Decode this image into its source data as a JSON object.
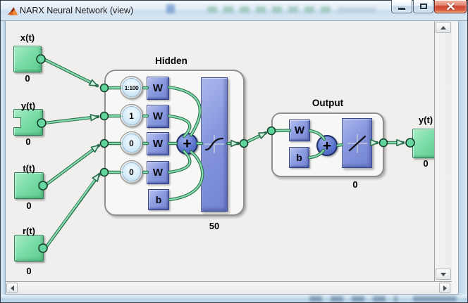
{
  "window": {
    "title": "NARX Neural Network (view)"
  },
  "network": {
    "inputs": [
      {
        "label": "x(t)",
        "size": "0"
      },
      {
        "label": "y(t)",
        "size": "0"
      },
      {
        "label": "t(t)",
        "size": "0"
      },
      {
        "label": "r(t)",
        "size": "0"
      }
    ],
    "hidden": {
      "title": "Hidden",
      "size": "50",
      "sum": "+",
      "bias": "b",
      "rows": [
        {
          "delay": "1:100",
          "weight": "W"
        },
        {
          "delay": "1",
          "weight": "W"
        },
        {
          "delay": "0",
          "weight": "W"
        },
        {
          "delay": "0",
          "weight": "W"
        }
      ]
    },
    "output_layer": {
      "title": "Output",
      "size": "0",
      "weight": "W",
      "bias": "b",
      "sum": "+"
    },
    "output": {
      "label": "y(t)",
      "size": "0"
    }
  }
}
